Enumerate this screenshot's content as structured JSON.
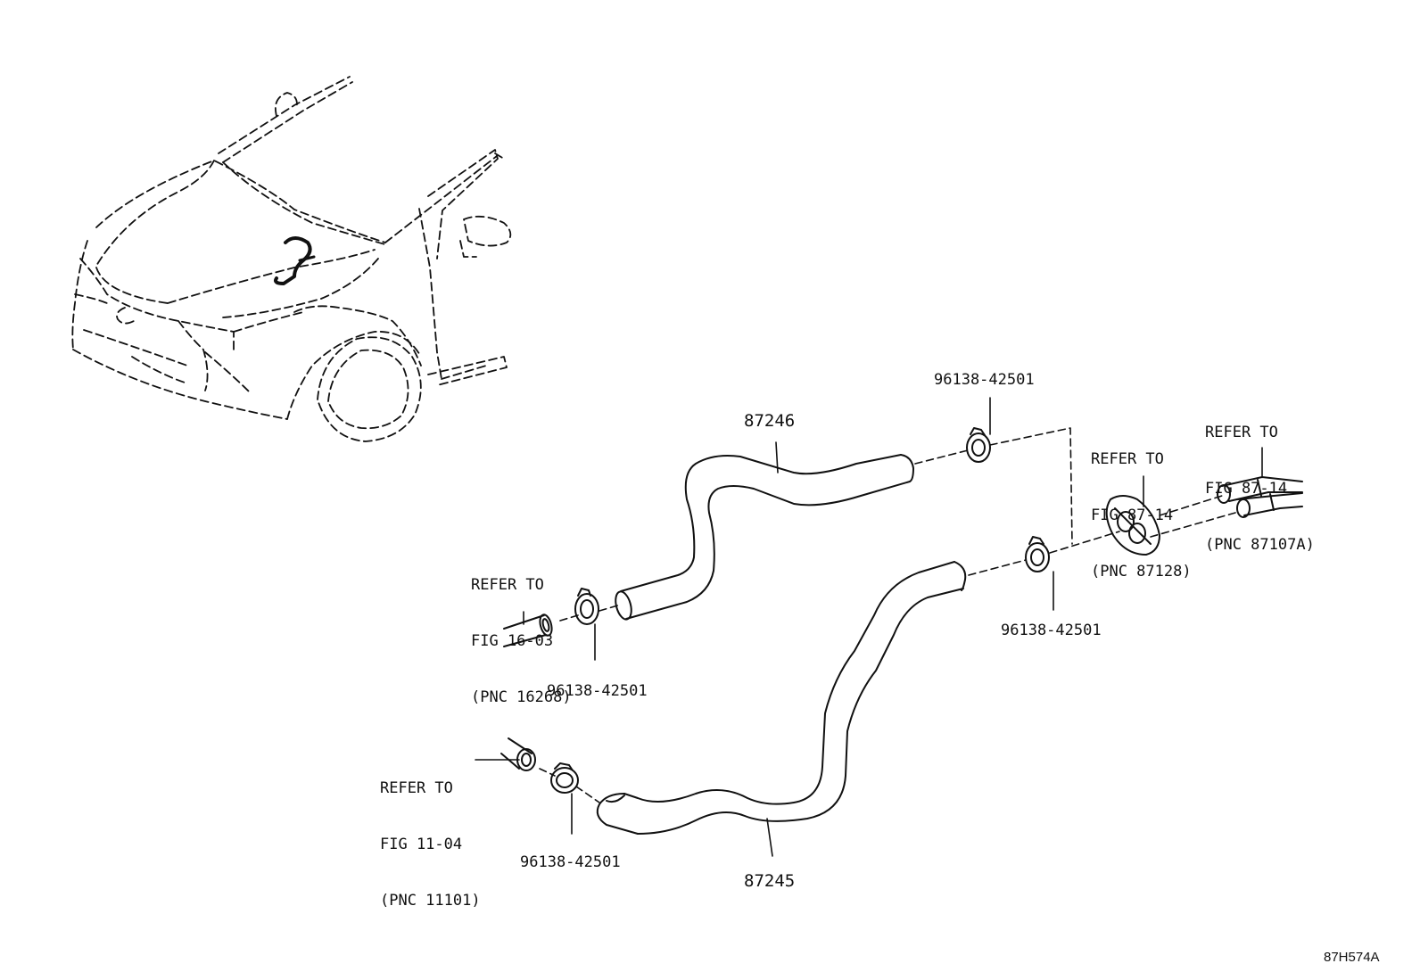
{
  "parts": {
    "hose_upper": "87246",
    "hose_lower": "87245",
    "clamp_top_right": "96138-42501",
    "clamp_mid_right": "96138-42501",
    "clamp_upper_left": "96138-42501",
    "clamp_lower_left": "96138-42501"
  },
  "refs": {
    "fig_16_03": [
      "REFER TO",
      "FIG 16-03",
      "(PNC 16268)"
    ],
    "fig_11_04": [
      "REFER TO",
      "FIG 11-04",
      "(PNC 11101)"
    ],
    "fig_87_14_a": [
      "REFER TO",
      "FIG 87-14",
      "(PNC 87128)"
    ],
    "fig_87_14_b": [
      "REFER TO",
      "FIG 87-14",
      "(PNC 87107A)"
    ]
  },
  "diagram_code": "87H574A"
}
